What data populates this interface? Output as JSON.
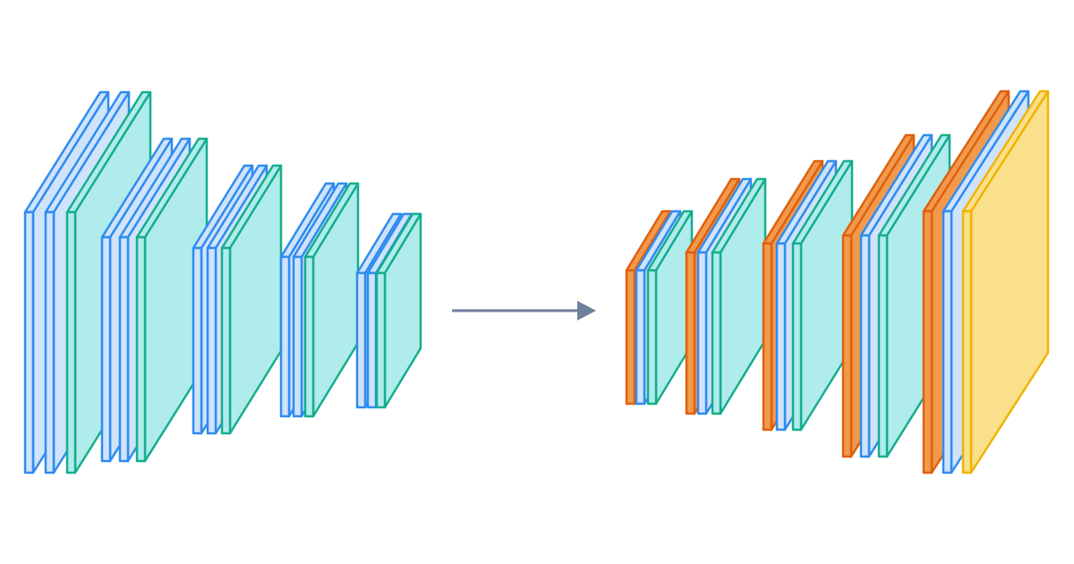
{
  "colors": {
    "background": "#ffffff",
    "arrow": "#6e819c",
    "layers": {
      "blue": {
        "stroke": "#2f8cf0",
        "fill": "#cfe3fb"
      },
      "green": {
        "stroke": "#16ad8e",
        "fill": "#b0ecec"
      },
      "orange": {
        "stroke": "#e0600e",
        "fill": "#f19a4c"
      },
      "yellow": {
        "stroke": "#f0b400",
        "fill": "#fbe08c"
      }
    }
  },
  "encoder": {
    "blocks": [
      [
        "blue",
        "blue",
        "green"
      ],
      [
        "blue",
        "blue",
        "green"
      ],
      [
        "blue",
        "blue",
        "green"
      ],
      [
        "blue",
        "blue",
        "green"
      ],
      [
        "blue",
        "blue",
        "green"
      ]
    ]
  },
  "arrow": {
    "direction": "right"
  },
  "decoder": {
    "blocks": [
      [
        "orange",
        "blue",
        "green"
      ],
      [
        "orange",
        "blue",
        "green"
      ],
      [
        "orange",
        "blue",
        "green"
      ],
      [
        "orange",
        "blue",
        "green"
      ],
      [
        "orange",
        "blue",
        "yellow"
      ]
    ]
  }
}
